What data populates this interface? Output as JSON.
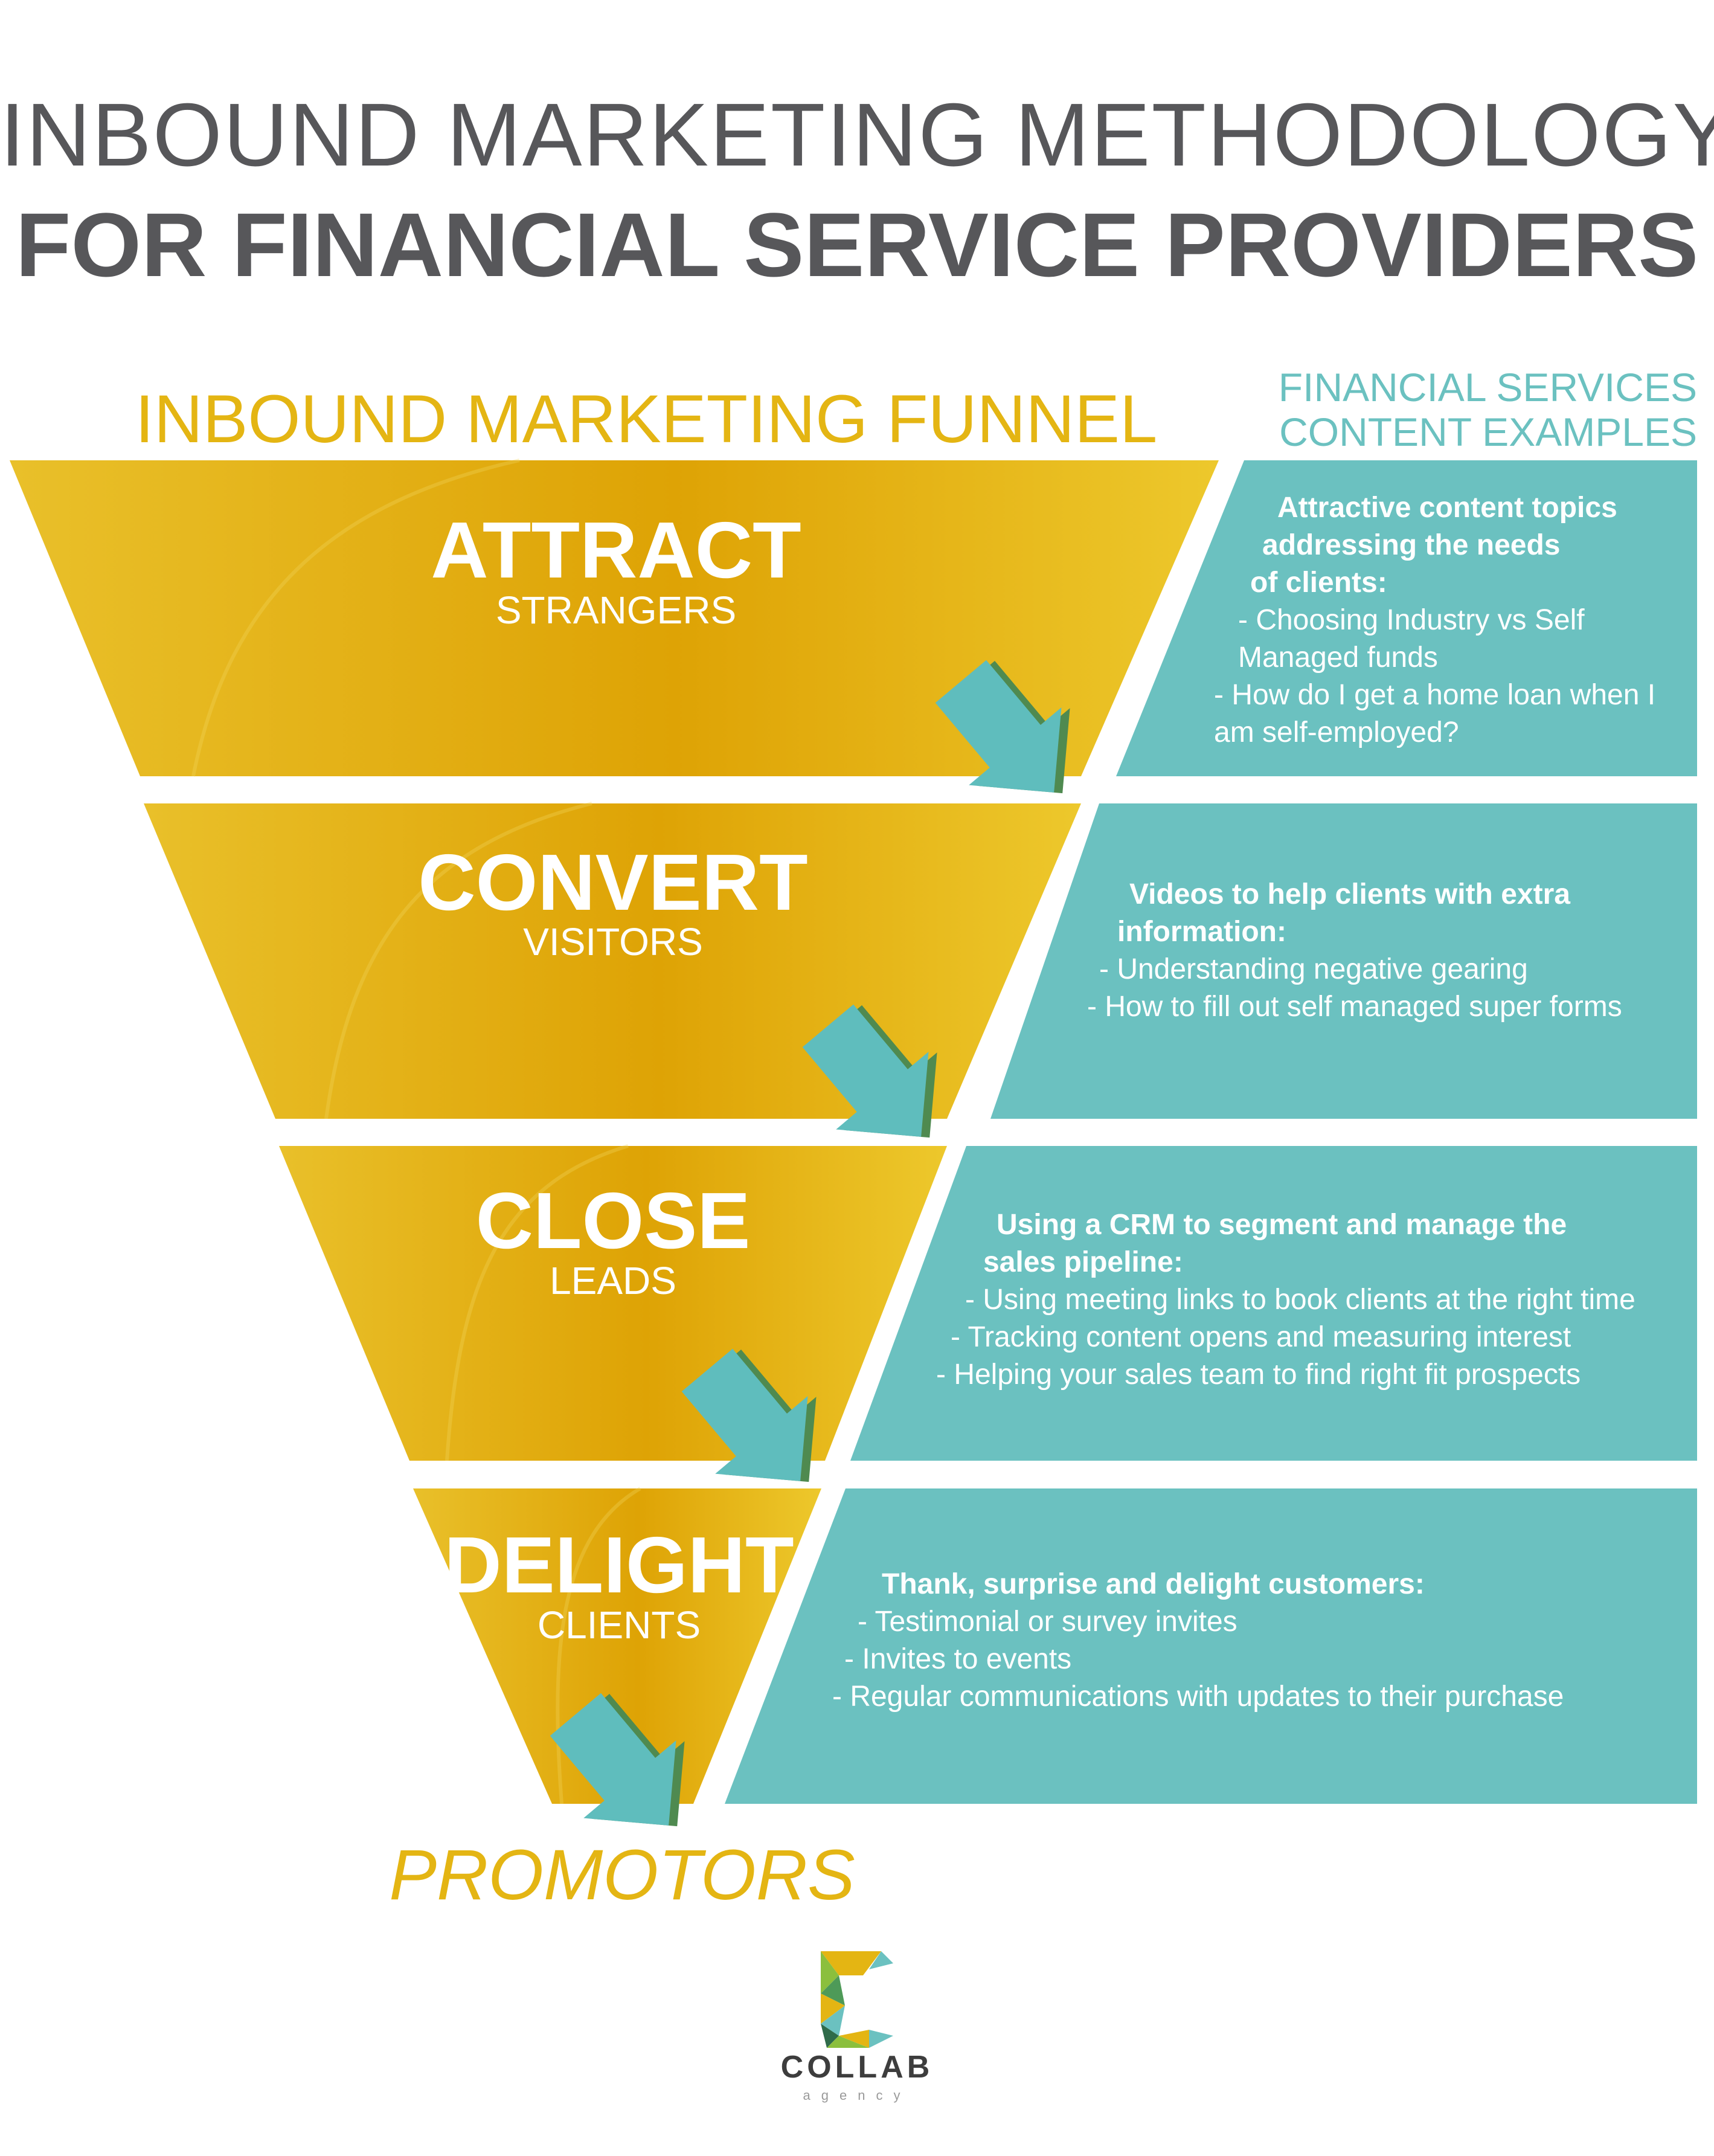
{
  "title_line1": "INBOUND MARKETING METHODOLOGY",
  "title_line2": "FOR FINANCIAL SERVICE PROVIDERS",
  "funnel_heading": "INBOUND MARKETING FUNNEL",
  "side_heading": [
    "FINANCIAL SERVICES",
    "CONTENT EXAMPLES"
  ],
  "colors": {
    "gold": "#e4b513",
    "gold_dark": "#dea305",
    "teal": "#6bc1c0",
    "arrow_teal": "#5fbdbd",
    "arrow_shadow": "#4f8a50",
    "heading_grey": "#57575a"
  },
  "stages": [
    {
      "title": "ATTRACT",
      "subtitle": "STRANGERS",
      "lead": [
        "Attractive content topics",
        "addressing the needs",
        "of clients:"
      ],
      "items": [
        "-  Choosing Industry vs Self",
        "Managed funds",
        "-  How do I get a home loan when I",
        "am self-employed?"
      ]
    },
    {
      "title": "CONVERT",
      "subtitle": "VISITORS",
      "lead": [
        "Videos to help clients with extra",
        "information:"
      ],
      "items": [
        "-  Understanding negative gearing",
        "-  How to fill out self managed super forms"
      ]
    },
    {
      "title": "CLOSE",
      "subtitle": "LEADS",
      "lead": [
        "Using a CRM to segment and manage the",
        "sales pipeline:"
      ],
      "items": [
        "-  Using meeting links to book clients at the right time",
        "-  Tracking content opens and measuring interest",
        "-  Helping your sales team to find right fit prospects"
      ]
    },
    {
      "title": "DELIGHT",
      "subtitle": "CLIENTS",
      "lead": [
        "Thank, surprise and delight customers:"
      ],
      "items": [
        "-  Testimonial or survey invites",
        "-  Invites to events",
        "-  Regular communications with updates to their purchase"
      ]
    }
  ],
  "outcome": "PROMOTORS",
  "logo": {
    "name": "COLLAB",
    "tagline": "agency",
    "icon": "polygon-c-logo-icon"
  }
}
